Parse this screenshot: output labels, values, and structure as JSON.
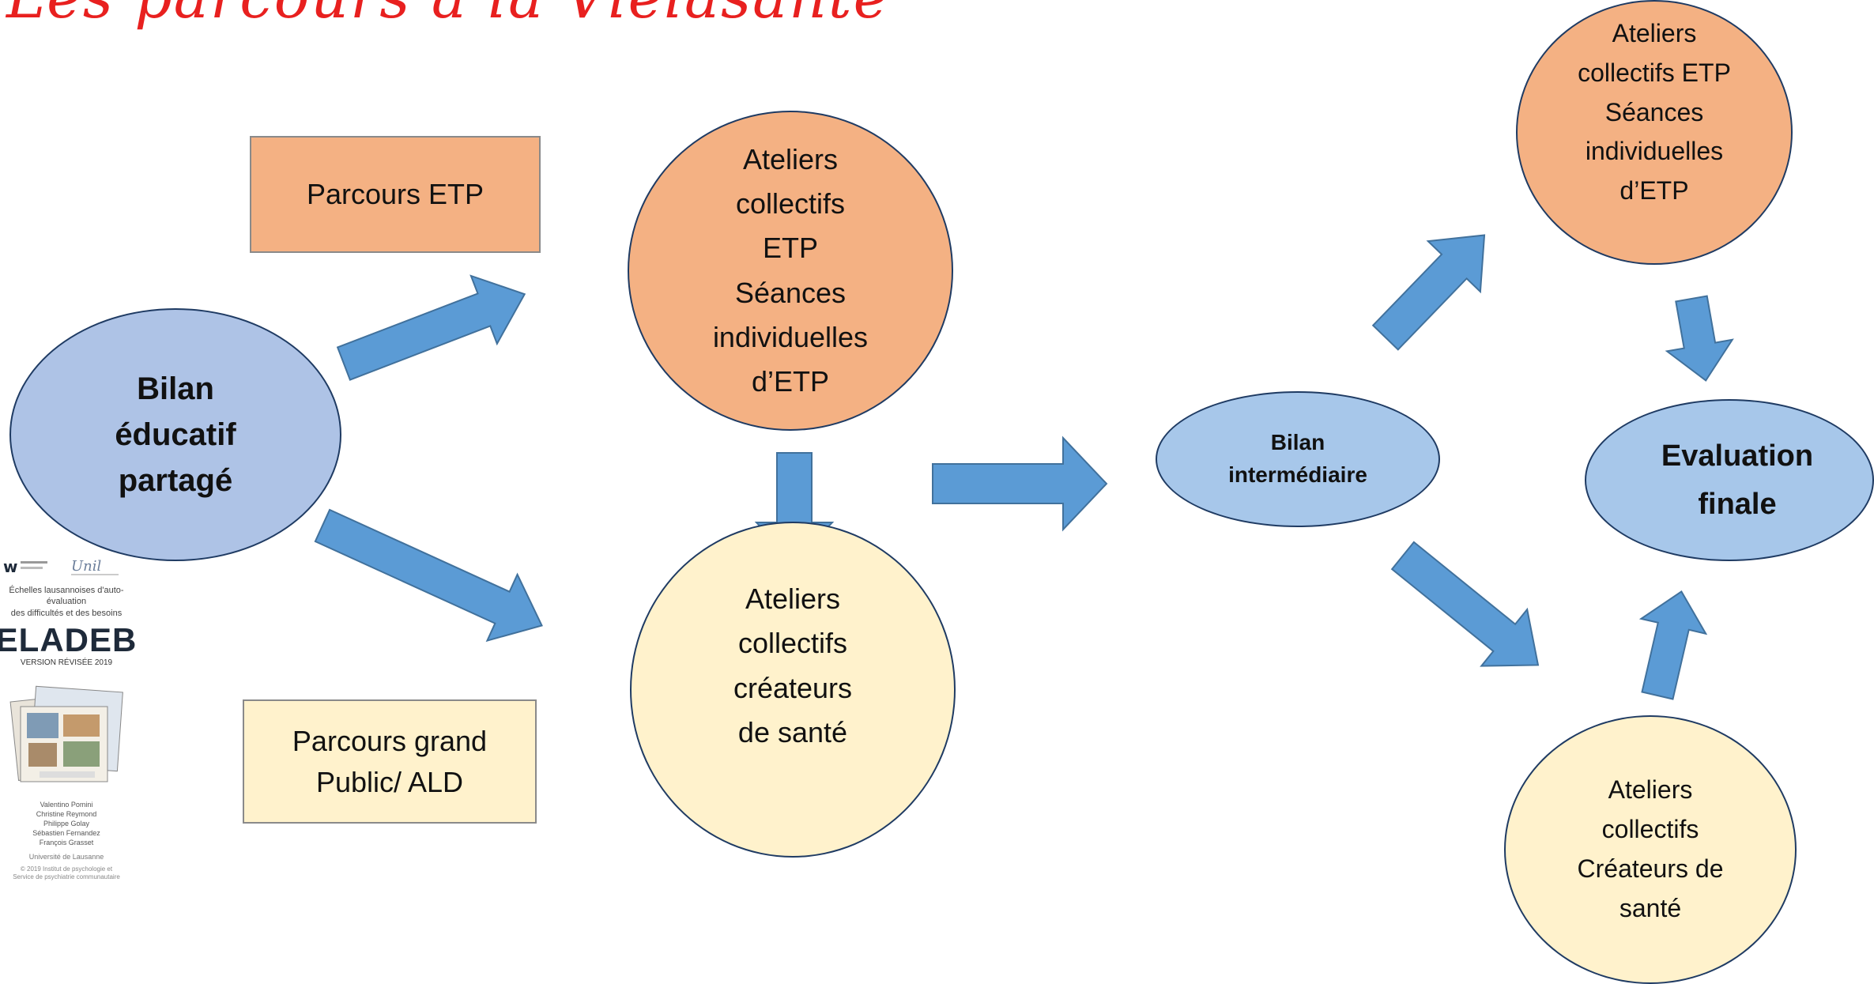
{
  "title": "Les parcours à la Vielasanté",
  "nodes": {
    "bilan_educatif": [
      "Bilan",
      "éducatif",
      "partagé"
    ],
    "parcours_etp": "Parcours ETP",
    "parcours_grand_public": [
      "Parcours grand",
      "Public/ ALD"
    ],
    "ateliers_etp_1": [
      "Ateliers",
      "collectifs",
      "ETP",
      "Séances",
      "individuelles",
      "d’ETP"
    ],
    "ateliers_createurs_1": [
      "Ateliers",
      "collectifs",
      "créateurs",
      "de santé"
    ],
    "bilan_intermediaire": [
      "Bilan",
      "intermédiaire"
    ],
    "ateliers_etp_2": [
      "Ateliers",
      "collectifs ETP",
      "Séances",
      "individuelles",
      "d’ETP"
    ],
    "evaluation_finale": [
      "Evaluation",
      "finale"
    ],
    "ateliers_createurs_2": [
      "Ateliers",
      "collectifs",
      "Créateurs de",
      "santé"
    ]
  },
  "colors": {
    "title": "#e8201f",
    "arrow": "#5b9bd5",
    "orange": "#f4b183",
    "blue": "#aec3e6",
    "cream": "#fff2cc"
  },
  "book": {
    "name": "ELADEB",
    "subtitle": [
      "Échelles lausannoises d'auto-évaluation",
      "des difficultés et des besoins"
    ],
    "version": "VERSION RÉVISÉE 2019",
    "authors": [
      "Valentino Pomini",
      "Christine Reymond",
      "Philippe Golay",
      "Sébastien Fernandez",
      "François Grasset"
    ],
    "university": "Université de Lausanne",
    "copyright": [
      "© 2019 Institut de psychologie et",
      "Service de psychiatrie communautaire"
    ]
  }
}
